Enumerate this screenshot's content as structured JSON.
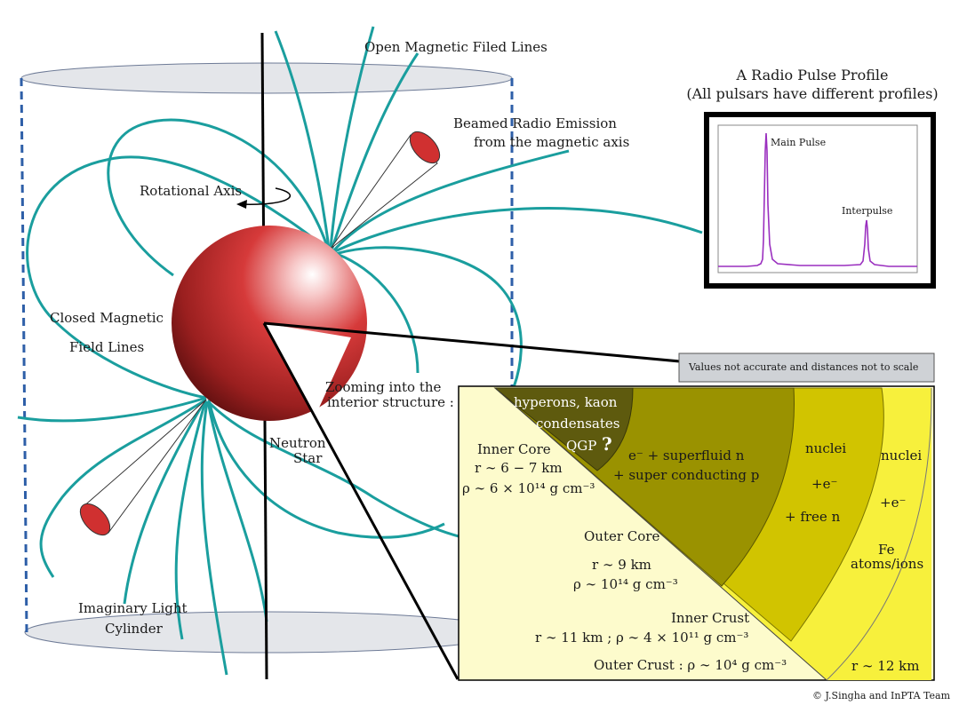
{
  "labels": {
    "open_field_lines": "Open Magnetic Filed Lines",
    "beamed_emission_1": "Beamed Radio Emission",
    "beamed_emission_2": "from the magnetic axis",
    "rotational_axis": "Rotational Axis",
    "closed_field_1": "Closed Magnetic",
    "closed_field_2": "Field Lines",
    "zooming_1": "Zooming into the",
    "zooming_2": "interior structure :",
    "neutron_1": "Neutron",
    "neutron_2": "Star",
    "light_cylinder_1": "Imaginary Light",
    "light_cylinder_2": "Cylinder",
    "copyright": "© J.Singha and InPTA Team"
  },
  "profile": {
    "title_1": "A Radio Pulse Profile",
    "title_2": "(All pulsars have different profiles)",
    "main_pulse": "Main Pulse",
    "interpulse": "Interpulse"
  },
  "note": "Values not accurate and distances not to scale",
  "interior": {
    "hyperons": "hyperons, kaon",
    "condensates": "condensates",
    "qgp": "QGP",
    "qmark": "?",
    "inner_core": "Inner Core",
    "inner_core_r": "r ∼ 6 − 7 km",
    "inner_core_rho": "ρ ∼ 6 × 10¹⁴ g cm⁻³",
    "superfluid": "e⁻ + superfluid n",
    "superconducting": "+ super conducting p",
    "outer_core": "Outer Core",
    "outer_core_r": "r ∼ 9 km",
    "outer_core_rho": "ρ ∼ 10¹⁴ g cm⁻³",
    "nuclei_1": "nuclei",
    "plus_e_1": "+e⁻",
    "free_n": "+ free n",
    "nuclei_2": "nuclei",
    "plus_e_2": "+e⁻",
    "fe": "Fe",
    "atoms_ions": "atoms/ions",
    "inner_crust": "Inner Crust",
    "inner_crust_vals": "r ∼ 11 km ; ρ ∼ 4 × 10¹¹ g cm⁻³",
    "outer_crust": "Outer Crust : ρ ∼ 10⁴ g cm⁻³",
    "r_12": "r ∼ 12 km"
  },
  "colors": {
    "field_line": "#1a9e9e",
    "star_light": "#ffffff",
    "star_mid": "#d83a3a",
    "star_dark": "#5a0e0e",
    "inner_core": "#5e5a0e",
    "outer_core": "#9a9200",
    "inner_crust": "#d1c400",
    "outer_crust": "#f7f03c",
    "panel_bg": "#fdfbcc",
    "profile_line": "#9a2fbf"
  },
  "icons": [
    "rotation-arrow-icon",
    "emission-cone-icon",
    "copyright-icon"
  ]
}
